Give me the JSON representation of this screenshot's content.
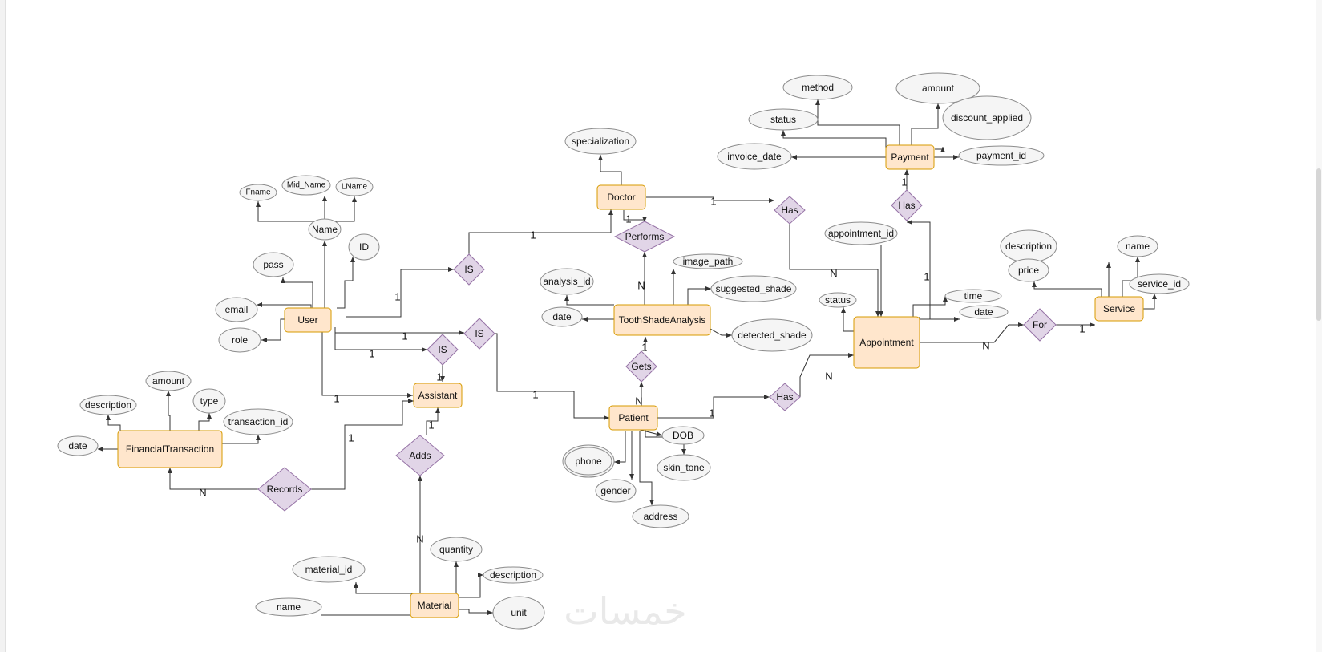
{
  "diagram": {
    "entities": [
      {
        "key": "user",
        "label": "User"
      },
      {
        "key": "doctor",
        "label": "Doctor"
      },
      {
        "key": "assistant",
        "label": "Assistant"
      },
      {
        "key": "patient",
        "label": "Patient"
      },
      {
        "key": "tsa",
        "label": "ToothShadeAnalysis"
      },
      {
        "key": "payment",
        "label": "Payment"
      },
      {
        "key": "appointment",
        "label": "Appointment"
      },
      {
        "key": "service",
        "label": "Service"
      },
      {
        "key": "fin",
        "label": "FinancialTransaction"
      },
      {
        "key": "material",
        "label": "Material"
      }
    ],
    "relationships": [
      {
        "key": "is1",
        "label": "IS"
      },
      {
        "key": "is2",
        "label": "IS"
      },
      {
        "key": "is3",
        "label": "IS"
      },
      {
        "key": "performs",
        "label": "Performs"
      },
      {
        "key": "has_doc",
        "label": "Has"
      },
      {
        "key": "has_pay",
        "label": "Has"
      },
      {
        "key": "gets",
        "label": "Gets"
      },
      {
        "key": "has_pat",
        "label": "Has"
      },
      {
        "key": "for",
        "label": "For"
      },
      {
        "key": "adds",
        "label": "Adds"
      },
      {
        "key": "records",
        "label": "Records"
      }
    ],
    "attributes": [
      {
        "key": "fname",
        "label": "Fname"
      },
      {
        "key": "midname",
        "label": "Mid_Name"
      },
      {
        "key": "lname",
        "label": "LName"
      },
      {
        "key": "name",
        "label": "Name"
      },
      {
        "key": "id",
        "label": "ID"
      },
      {
        "key": "pass",
        "label": "pass"
      },
      {
        "key": "email",
        "label": "email"
      },
      {
        "key": "role",
        "label": "role"
      },
      {
        "key": "specialization",
        "label": "specialization"
      },
      {
        "key": "method",
        "label": "method"
      },
      {
        "key": "amount_pay",
        "label": "amount"
      },
      {
        "key": "status_pay",
        "label": "status"
      },
      {
        "key": "discount",
        "label": "discount_applied"
      },
      {
        "key": "invoice_date",
        "label": "invoice_date"
      },
      {
        "key": "payment_id",
        "label": "payment_id"
      },
      {
        "key": "appointment_id",
        "label": "appointment_id"
      },
      {
        "key": "status_app",
        "label": "status"
      },
      {
        "key": "time",
        "label": "time"
      },
      {
        "key": "date_app",
        "label": "date"
      },
      {
        "key": "description_srv",
        "label": "description"
      },
      {
        "key": "name_srv",
        "label": "name"
      },
      {
        "key": "price",
        "label": "price"
      },
      {
        "key": "service_id",
        "label": "service_id"
      },
      {
        "key": "analysis_id",
        "label": "analysis_id"
      },
      {
        "key": "image_path",
        "label": "image_path"
      },
      {
        "key": "suggested_shade",
        "label": "suggested_shade"
      },
      {
        "key": "date_tsa",
        "label": "date"
      },
      {
        "key": "detected_shade",
        "label": "detected_shade"
      },
      {
        "key": "dob",
        "label": "DOB"
      },
      {
        "key": "phone",
        "label": "phone"
      },
      {
        "key": "skin_tone",
        "label": "skin_tone"
      },
      {
        "key": "gender",
        "label": "gender"
      },
      {
        "key": "address",
        "label": "address"
      },
      {
        "key": "amount_fin",
        "label": "amount"
      },
      {
        "key": "description_fin",
        "label": "description"
      },
      {
        "key": "type",
        "label": "type"
      },
      {
        "key": "transaction_id",
        "label": "transaction_id"
      },
      {
        "key": "date_fin",
        "label": "date"
      },
      {
        "key": "quantity",
        "label": "quantity"
      },
      {
        "key": "material_id",
        "label": "material_id"
      },
      {
        "key": "description_mat",
        "label": "description"
      },
      {
        "key": "name_mat",
        "label": "name"
      },
      {
        "key": "unit",
        "label": "unit"
      }
    ],
    "cardinalities": [
      {
        "key": "c_isdoc",
        "label": "1"
      },
      {
        "key": "c_user_is1",
        "label": "1"
      },
      {
        "key": "c_user_is2",
        "label": "1"
      },
      {
        "key": "c_user_is3",
        "label": "1"
      },
      {
        "key": "c_is3_asst",
        "label": "1"
      },
      {
        "key": "c_user_asst",
        "label": "1"
      },
      {
        "key": "c_is2_pat",
        "label": "1"
      },
      {
        "key": "c_doc_has",
        "label": "1"
      },
      {
        "key": "c_doc_perf",
        "label": "1"
      },
      {
        "key": "c_perf_tsa",
        "label": "N"
      },
      {
        "key": "c_has_app",
        "label": "N"
      },
      {
        "key": "c_pay_has",
        "label": "1"
      },
      {
        "key": "c_has_app2",
        "label": "1"
      },
      {
        "key": "c_gets_tsa",
        "label": "1"
      },
      {
        "key": "c_pat_gets",
        "label": "N"
      },
      {
        "key": "c_pat_has",
        "label": "1"
      },
      {
        "key": "c_haspat_app",
        "label": "N"
      },
      {
        "key": "c_app_for",
        "label": "N"
      },
      {
        "key": "c_for_srv",
        "label": "1"
      },
      {
        "key": "c_adds_asst",
        "label": "1"
      },
      {
        "key": "c_mat_adds",
        "label": "N"
      },
      {
        "key": "c_rec_fin",
        "label": "N"
      },
      {
        "key": "c_rec_asst",
        "label": "1"
      }
    ],
    "watermark": "خمسات",
    "colors": {
      "entity_fill": "#ffe6cc",
      "entity_stroke": "#d79b00",
      "relationship_fill": "#e1d5e7",
      "relationship_stroke": "#9673a6",
      "attribute_fill": "#f5f5f5",
      "attribute_stroke": "#8c8c8c"
    }
  }
}
